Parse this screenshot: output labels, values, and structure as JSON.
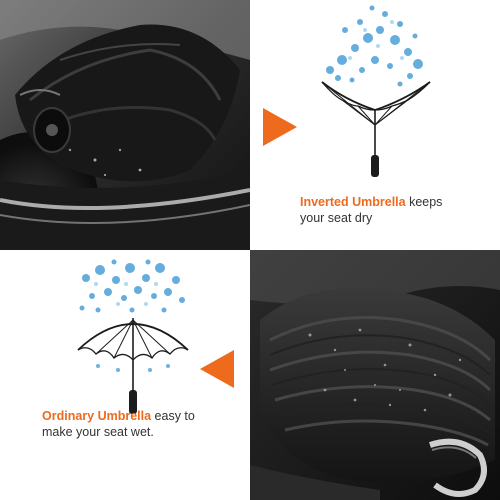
{
  "colors": {
    "accent": "#ee6a1c",
    "text": "#333333",
    "water": "#4a9fd6",
    "fabric": "#1c1c1c"
  },
  "icons": {
    "top_arrow": "triangle-right-icon",
    "bottom_arrow": "triangle-left-icon",
    "top_illustration": "inverted-umbrella-icon",
    "bottom_illustration": "ordinary-umbrella-icon"
  },
  "captions": {
    "top": {
      "highlight": "Inverted Umbrella",
      "line1_rest": " keeps",
      "line2": "your seat dry"
    },
    "bottom": {
      "highlight": "Ordinary Umbrella",
      "line1_rest": " easy to",
      "line2": "make your seat wet."
    }
  }
}
